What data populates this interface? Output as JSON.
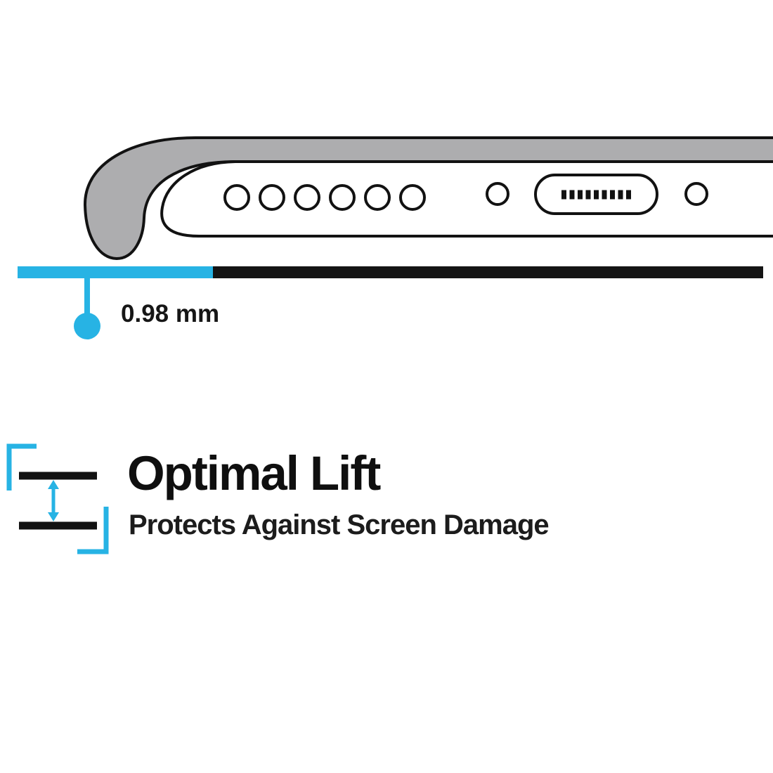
{
  "colors": {
    "accent": "#27b3e4",
    "case_gray": "#adadaf",
    "outline": "#121212",
    "bar_dark": "#141414"
  },
  "illustration": {
    "subject": "phone bottom edge in protective case",
    "speaker_hole_count": 6,
    "measurement": {
      "label": "0.98 mm"
    }
  },
  "feature": {
    "title": "Optimal Lift",
    "subtitle": "Protects Against Screen Damage"
  }
}
